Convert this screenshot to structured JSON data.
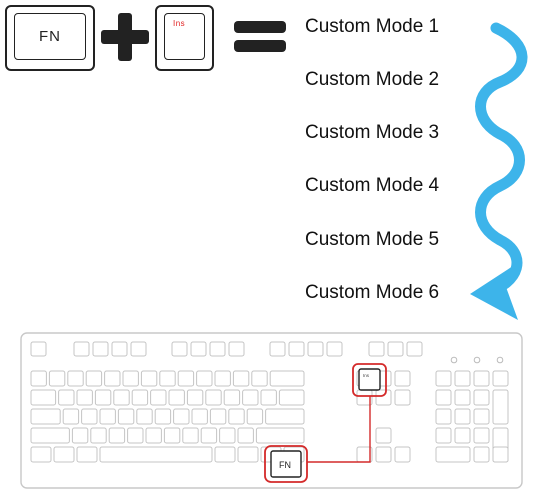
{
  "combo": {
    "key1": "FN",
    "key2": "Ins"
  },
  "modes": [
    "Custom Mode 1",
    "Custom Mode 2",
    "Custom Mode 3",
    "Custom Mode 4",
    "Custom Mode 5",
    "Custom Mode 6"
  ],
  "keyboard": {
    "highlight_fn": "FN",
    "highlight_ins": "Ins"
  },
  "colors": {
    "arrow": "#3db4ea",
    "highlight": "#d42a2a",
    "outline": "#222222",
    "ins_text": "#e02020"
  }
}
